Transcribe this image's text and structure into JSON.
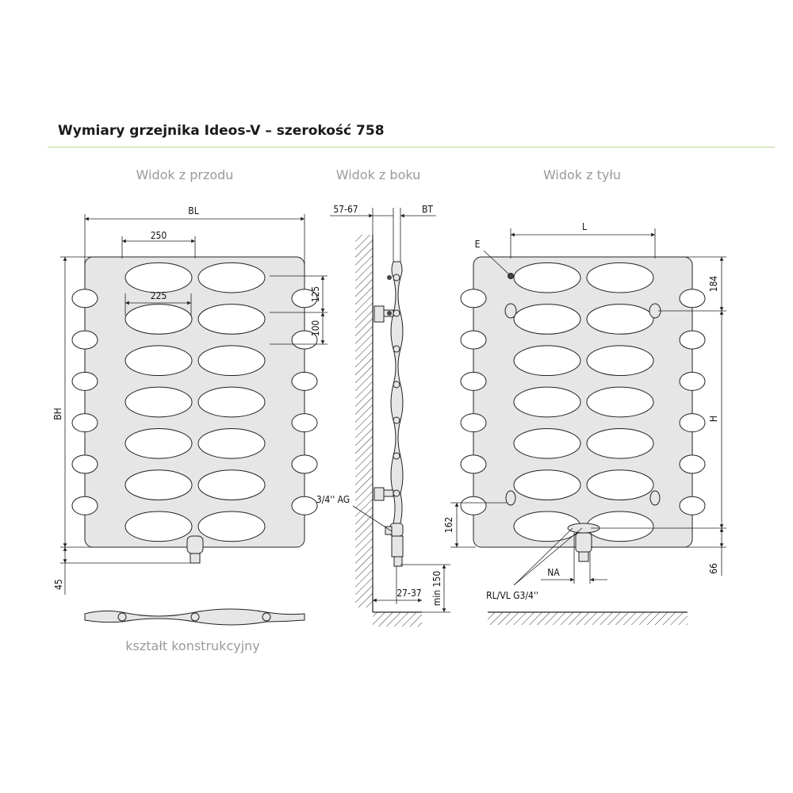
{
  "title": "Wymiary grzejnika Ideos-V – szerokość 758",
  "views": {
    "front": "Widok z przodu",
    "side": "Widok z boku",
    "back": "Widok z tyłu"
  },
  "section_caption": "kształt konstrukcyjny",
  "front_dims": {
    "BL": "BL",
    "d250": "250",
    "d225": "225",
    "d125": "125",
    "d100": "100",
    "BH": "BH",
    "d45": "45"
  },
  "side_dims": {
    "d5767": "57-67",
    "BT": "BT",
    "ag": "3/4'' AG",
    "d2737": "27-37",
    "min150": "min 150"
  },
  "back_dims": {
    "L": "L",
    "E": "E",
    "d184": "184",
    "H": "H",
    "d162": "162",
    "d66": "66",
    "NA": "NA",
    "rlvl": "RL/VL G3/4''"
  },
  "colors": {
    "radiator_fill": "#e6e6e6",
    "outline": "#222222",
    "accent_rule": "#b9d79a",
    "view_title": "#9a9a9a"
  }
}
